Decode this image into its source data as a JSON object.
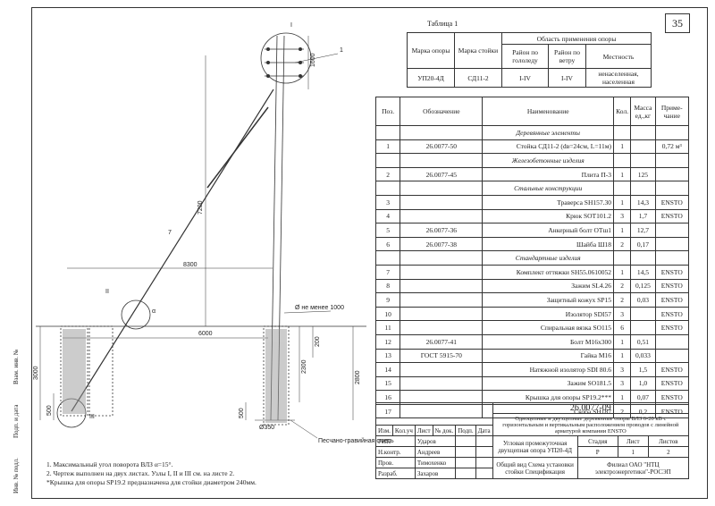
{
  "sheet_number": "35",
  "table1": {
    "caption": "Таблица 1",
    "head_mark": "Марка опоры",
    "head_post": "Марка стойки",
    "head_area": "Область применения опоры",
    "head_ice": "Район по гололеду",
    "head_wind": "Район по ветру",
    "head_locality": "Местность",
    "row": {
      "mark": "УП20-4Д",
      "post": "СД11-2",
      "ice": "I-IV",
      "wind": "I-IV",
      "locality": "ненаселенная, населенная"
    }
  },
  "spec": {
    "headers": {
      "pos": "Поз.",
      "designation": "Обозначение",
      "name": "Наименование",
      "qty": "Кол.",
      "mass": "Масса ед.,кг",
      "note": "Приме-чание"
    },
    "sections": {
      "wood": "Деревянные элементы",
      "concrete": "Железобетонные изделия",
      "steel": "Стальные конструкции",
      "standard": "Стандартные изделия"
    },
    "rows": [
      {
        "pos": "1",
        "designation": "26.0077-50",
        "name": "Стойка СД11-2 (dв=24см, L=11м)",
        "qty": "1",
        "mass": "",
        "note": "0,72 м³"
      },
      {
        "pos": "2",
        "designation": "26.0077-45",
        "name": "Плита П-3",
        "qty": "1",
        "mass": "125",
        "note": ""
      },
      {
        "pos": "3",
        "designation": "",
        "name": "Траверса SH157.30",
        "qty": "1",
        "mass": "14,3",
        "note": "ENSTO"
      },
      {
        "pos": "4",
        "designation": "",
        "name": "Крюк SOT101.2",
        "qty": "3",
        "mass": "1,7",
        "note": "ENSTO"
      },
      {
        "pos": "5",
        "designation": "26.0077-36",
        "name": "Анкерный болт ОТш1",
        "qty": "1",
        "mass": "12,7",
        "note": ""
      },
      {
        "pos": "6",
        "designation": "26.0077-38",
        "name": "Шайба Ш18",
        "qty": "2",
        "mass": "0,17",
        "note": ""
      },
      {
        "pos": "7",
        "designation": "",
        "name": "Комплект оттяжки SH55.0610052",
        "qty": "1",
        "mass": "14,5",
        "note": "ENSTO"
      },
      {
        "pos": "8",
        "designation": "",
        "name": "Зажим SL4.26",
        "qty": "2",
        "mass": "0,125",
        "note": "ENSTO"
      },
      {
        "pos": "9",
        "designation": "",
        "name": "Защитный кожух SP15",
        "qty": "2",
        "mass": "0,03",
        "note": "ENSTO"
      },
      {
        "pos": "10",
        "designation": "",
        "name": "Изолятор SDI57",
        "qty": "3",
        "mass": "",
        "note": "ENSTO"
      },
      {
        "pos": "11",
        "designation": "",
        "name": "Спиральная вязка SO115",
        "qty": "6",
        "mass": "",
        "note": "ENSTO"
      },
      {
        "pos": "12",
        "designation": "26.0077-41",
        "name": "Болт М16х300",
        "qty": "1",
        "mass": "0,51",
        "note": ""
      },
      {
        "pos": "13",
        "designation": "ГОСТ 5915-70",
        "name": "Гайка М16",
        "qty": "1",
        "mass": "0,033",
        "note": ""
      },
      {
        "pos": "14",
        "designation": "",
        "name": "Натяжной изолятор SDI 80.6",
        "qty": "3",
        "mass": "1,5",
        "note": "ENSTO"
      },
      {
        "pos": "15",
        "designation": "",
        "name": "Зажим SO181.5",
        "qty": "3",
        "mass": "1,0",
        "note": "ENSTO"
      },
      {
        "pos": "16",
        "designation": "",
        "name": "Крышка для опоры SP19.2***",
        "qty": "1",
        "mass": "0,07",
        "note": "ENSTO"
      },
      {
        "pos": "17",
        "designation": "",
        "name": "Скоба SH187",
        "qty": "2",
        "mass": "0,2",
        "note": "ENSTO"
      }
    ]
  },
  "stamp": {
    "code": "26.0077-09",
    "title": "Одноцепные и двухцепные деревянные опоры ВЛЗ 6-20 кВ с горизонтальным и вертикальным расположением проводов с линейной арматурой компании ENSTO",
    "h_change": "Изм.",
    "h_qty": "Кол.уч",
    "h_sheet": "Лист",
    "h_doc": "№ док.",
    "h_sign": "Подп.",
    "h_date": "Дата",
    "roles": [
      {
        "role": "ГИП",
        "name": "Ударов"
      },
      {
        "role": "Н.контр.",
        "name": "Андреев"
      },
      {
        "role": "Пров.",
        "name": "Тимохенко"
      },
      {
        "role": "Разраб.",
        "name": "Захаров"
      }
    ],
    "desc1": "Угловая промежуточная двухцепная опора УП20-4Д",
    "desc2": "Общий вид Схема установки стойки Спецификация",
    "stage_h": "Стадия",
    "sheet_h": "Лист",
    "sheets_h": "Листов",
    "stage": "Р",
    "sheet": "1",
    "sheets": "2",
    "org": "Филиал ОАО \"НТЦ электроэнергетики\"-РОСЭП"
  },
  "notes": [
    "1. Максимальный угол поворота ВЛЗ α=15°.",
    "2. Чертеж выполнен на двух листах. Узлы I, II и III см. на листе 2.",
    "*Крышка для опоры SP19.2 предназначена для стойки диаметром 240мм."
  ],
  "side_labels": [
    "Инв. № подл.",
    "Подп. и дата",
    "Взам. инв. №"
  ],
  "drawing": {
    "dims": {
      "d1600": "1600",
      "d7200": "7200",
      "d8300": "8300",
      "d6000": "6000",
      "d200": "200",
      "d2300": "2300",
      "d2800": "2800",
      "d3000": "3000",
      "d500a": "500",
      "d500b": "500",
      "d350": "Ø350"
    },
    "labels": {
      "not_less": "Ø не менее 1000",
      "sand": "Песчано-гравийная смесь",
      "alpha": "α",
      "node1": "I",
      "node2": "II",
      "node3": "III",
      "pos7": "7",
      "pos1": "1"
    }
  }
}
